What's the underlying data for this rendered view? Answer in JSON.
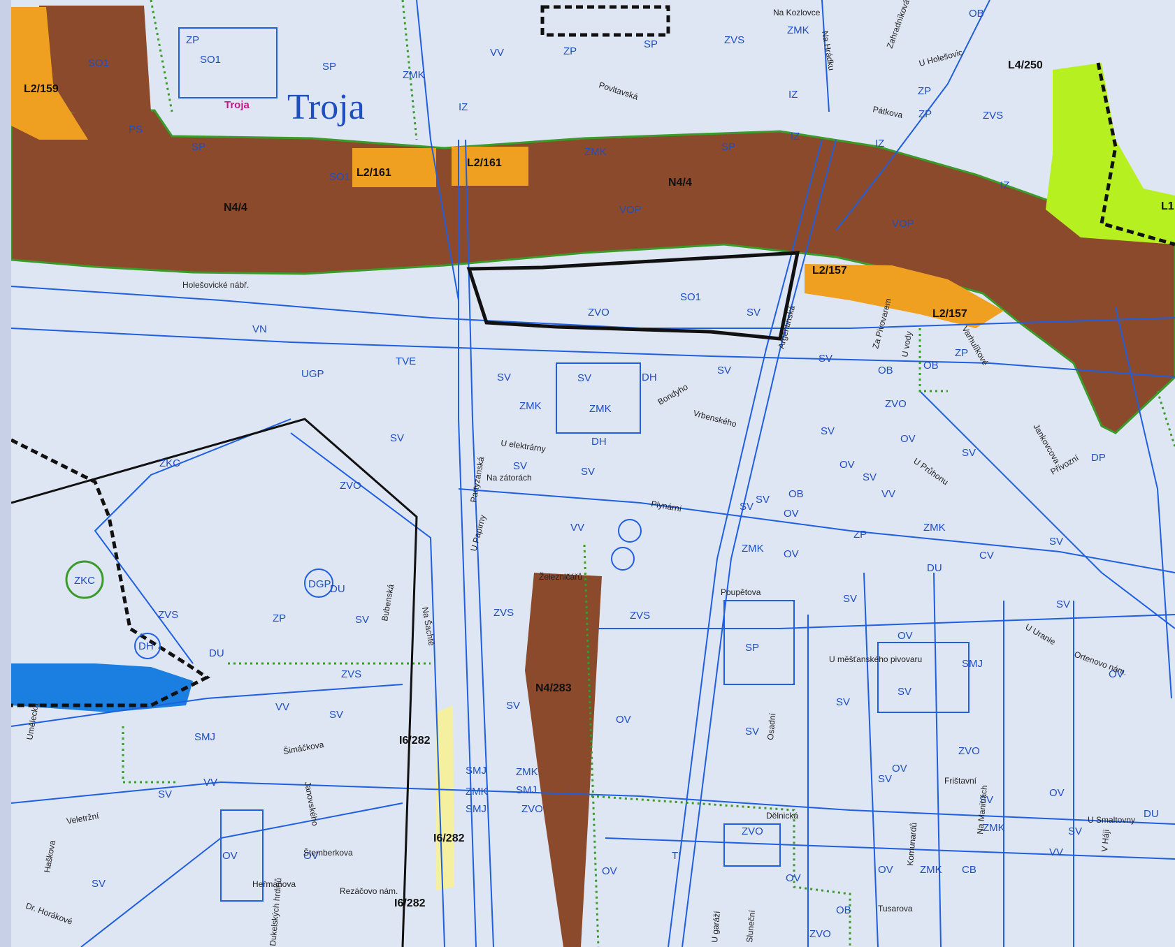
{
  "colors": {
    "base": "#dfe6f3",
    "river": "#8b4a2b",
    "road_blue": "#1f5fe0",
    "green_edge": "#3a9a2a",
    "orange": "#f0a020",
    "lime": "#b6f020",
    "yellow": "#f5f0a0",
    "water": "#1a7fe0"
  },
  "place": {
    "troja": "Troja",
    "troja_small": "Troja"
  },
  "codes_bold": [
    "L2/159",
    "L2/161",
    "L2/161",
    "N4/4",
    "N4/4",
    "L2/157",
    "L2/157",
    "L4/250",
    "L1",
    "N4/283",
    "I6/282",
    "I6/282",
    "I6/282"
  ],
  "codes": [
    "SO1",
    "SO1",
    "SP",
    "ZP",
    "VV",
    "ZP",
    "SP",
    "ZVS",
    "ZMK",
    "ZMK",
    "ZVS",
    "ZP",
    "OB",
    "PS",
    "SP",
    "SO1",
    "IZ",
    "IZ",
    "IZ",
    "IZ",
    "SP",
    "ZMK",
    "IZ",
    "VOP",
    "VOP",
    "SO1",
    "ZVO",
    "SV",
    "VN",
    "UGP",
    "TVE",
    "SV",
    "SV",
    "DH",
    "SV",
    "ZMK",
    "ZMK",
    "SV",
    "ZP",
    "OB",
    "OB",
    "ZVO",
    "SV",
    "OV",
    "SV",
    "DP",
    "SV",
    "ZKC",
    "ZVO",
    "DH",
    "SV",
    "SV",
    "SV",
    "VV",
    "OB",
    "OV",
    "ZP",
    "ZMK",
    "OV",
    "VV",
    "CV",
    "SV",
    "DU",
    "SV",
    "OV",
    "ZKC",
    "DGP",
    "DU",
    "ZVS",
    "ZP",
    "SV",
    "DH",
    "DU",
    "ZVS",
    "ZVS",
    "SV",
    "SP",
    "SV",
    "SMJ",
    "SV",
    "OV",
    "SV",
    "OV",
    "ZVS",
    "VV",
    "SV",
    "SV",
    "OV",
    "SV",
    "ZVO",
    "VV",
    "SMJ",
    "SMJ",
    "ZMK",
    "ZMK",
    "SMJ",
    "SMJ",
    "ZVO",
    "OV",
    "OV",
    "SV",
    "OV",
    "SV",
    "SV",
    "ZMK",
    "OV",
    "ZVO",
    "SV",
    "OV",
    "VV",
    "TI",
    "OV",
    "SV",
    "OV",
    "CB",
    "ZMK",
    "ZVO",
    "OB",
    "DU",
    "ZP",
    "ZMK",
    "SV"
  ],
  "streets": [
    "Povltavská",
    "Na Kozlovce",
    "Na Hrádku",
    "Zahradníková",
    "U Holešovic",
    "Pátkova",
    "Partyzánská",
    "Holešovické nábř.",
    "Argentinská",
    "Varhulíkové",
    "Za Pivovarem",
    "U vody",
    "Bondyho",
    "Vrbenského",
    "U elektrárny",
    "Na zátorách",
    "Plynární",
    "Jankovcova",
    "U Papírny",
    "U Průhonu",
    "Přívozní",
    "Osadní",
    "Poupětova",
    "U měšťanského pivovaru",
    "U Uranie",
    "Železničářů",
    "Bubenská",
    "Na Šachtě",
    "Šimáčkova",
    "Janovského",
    "Umělecká",
    "Veletržní",
    "Štemberkova",
    "Heřmanova",
    "Dukelských hrdinů",
    "Rezáčovo nám.",
    "Dělnická",
    "Komunardů",
    "Na Maninách",
    "Tusarova",
    "U garáží",
    "Sluneční",
    "Frištavní",
    "U Smaltovny",
    "V Háji",
    "Ortenovo nám.",
    "Dr. Horákové",
    "Haškova"
  ]
}
